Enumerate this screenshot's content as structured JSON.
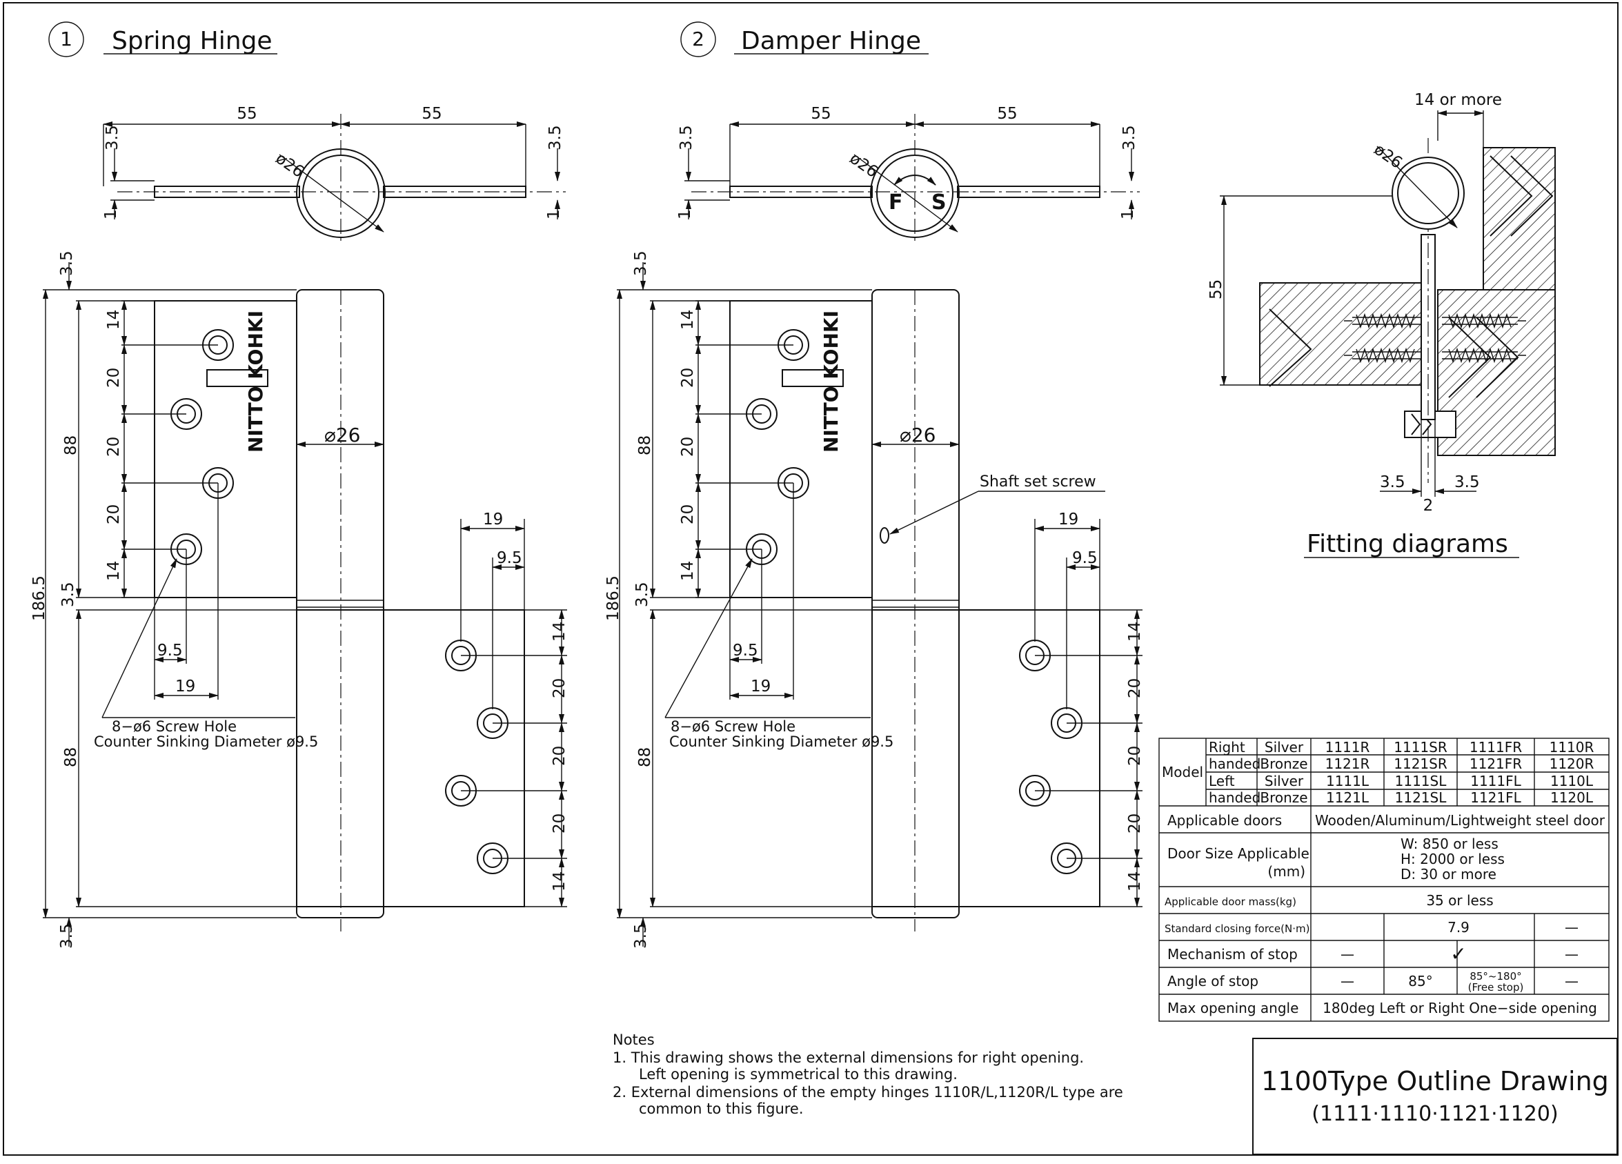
{
  "section1": {
    "num": "1",
    "title": "Spring Hinge"
  },
  "section2": {
    "num": "2",
    "title": "Damper Hinge"
  },
  "fitting_title": "Fitting diagrams",
  "dims": {
    "d55": "55",
    "d35": "3.5",
    "d1": "1",
    "d26": "ø26",
    "d26s": "⌀26",
    "d14": "14",
    "d20": "20",
    "d88": "88",
    "d1865": "186.5",
    "d19": "19",
    "d95": "9.5",
    "d14more": "14 or more",
    "d2": "2",
    "screw1": "8−ø6 Screw Hole",
    "screw2": "Counter Sinking Diameter ø9.5",
    "shaft": "Shaft set screw"
  },
  "logo": "NITTO KOHKI",
  "damper_labels": {
    "f": "F",
    "s": "S"
  },
  "notes": {
    "heading": "Notes",
    "n1a": "1. This drawing shows the external dimensions for right opening.",
    "n1b": "Left opening is symmetrical to this drawing.",
    "n2a": "2. External dimensions of the empty hinges 1110R/L,1120R/L type are",
    "n2b": "common to this figure."
  },
  "title_block": {
    "line1": "1100Type Outline Drawing",
    "line2": "(1111·1110·1121·1120)"
  },
  "spec_table": {
    "model": "Model",
    "right": "Right",
    "left": "Left",
    "handed": "handed",
    "silver": "Silver",
    "bronze": "Bronze",
    "rows": [
      [
        "1111R",
        "1111SR",
        "1111FR",
        "1110R"
      ],
      [
        "1121R",
        "1121SR",
        "1121FR",
        "1120R"
      ],
      [
        "1111L",
        "1111SL",
        "1111FL",
        "1110L"
      ],
      [
        "1121L",
        "1121SL",
        "1121FL",
        "1120L"
      ]
    ],
    "applicable_doors_label": "Applicable doors",
    "applicable_doors": "Wooden/Aluminum/Lightweight steel door",
    "door_size_label": "Door Size Applicable",
    "door_size_unit": "(mm)",
    "door_w": "W: 850 or less",
    "door_h": "H: 2000 or less",
    "door_d": "D: 30 or more",
    "mass_label": "Applicable door mass(kg)",
    "mass": "35 or less",
    "force_label": "Standard closing force(N·m)",
    "force": "7.9",
    "dash": "—",
    "stop_label": "Mechanism of stop",
    "check": "✓",
    "angle_label": "Angle of stop",
    "angle_85": "85°",
    "angle_range": "85°~180°",
    "angle_free": "(Free stop)",
    "max_label": "Max opening angle",
    "max": "180deg Left or Right One−side opening"
  }
}
